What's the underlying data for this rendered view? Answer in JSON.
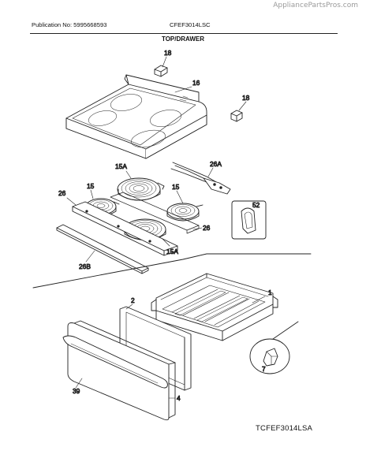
{
  "watermark": "AppliancePartsPros.com",
  "header": {
    "publication": "Publication No: 5995668593",
    "model": "CFEF3014LSC",
    "section": "TOP/DRAWER"
  },
  "diagram_code": "TCFEF3014LSA",
  "callouts": {
    "c18a": "18",
    "c18b": "18",
    "c16": "16",
    "c26A": "26A",
    "c15A_top": "15A",
    "c15_left": "15",
    "c15_right": "15",
    "c26_left": "26",
    "c26_right": "26",
    "c52": "52",
    "c15A_bottom": "15A",
    "c26B": "26B",
    "c1": "1",
    "c2": "2",
    "c7": "7",
    "c39": "39",
    "c4": "4"
  }
}
